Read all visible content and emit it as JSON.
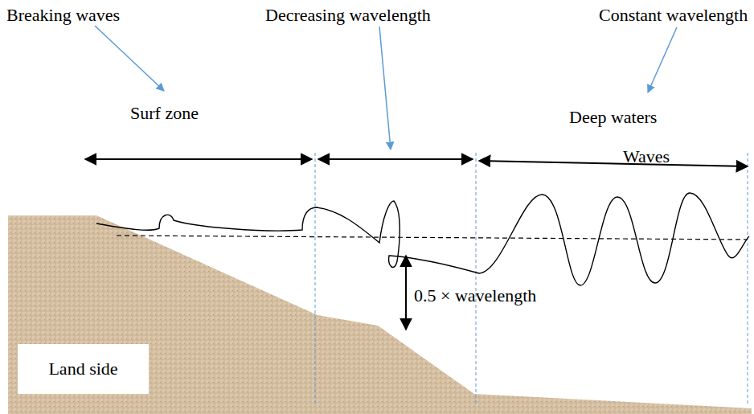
{
  "diagram": {
    "nodes": [
      {
        "text": [
          "Land side"
        ]
      }
    ],
    "labels": [
      "Breaking waves",
      "Decreasing wavelength",
      "Constant wavelength",
      "Surf zone",
      "Deep waters",
      "Waves",
      "0.5 × wavelength"
    ]
  }
}
